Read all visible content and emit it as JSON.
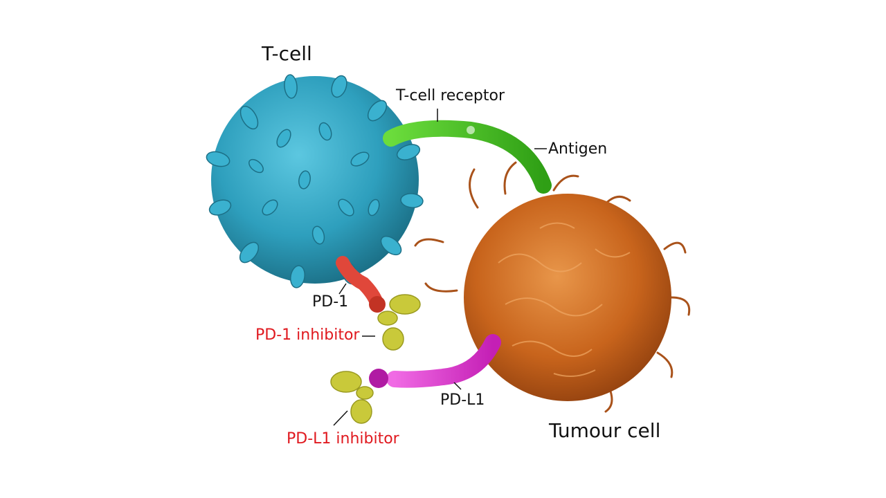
{
  "labels": {
    "t_cell": "T-cell",
    "t_cell_receptor": "T-cell receptor",
    "antigen": "Antigen",
    "pd1": "PD-1",
    "pd1_inhibitor": "PD-1 inhibitor",
    "pd_l1": "PD-L1",
    "pd_l1_inhibitor": "PD-L1 inhibitor",
    "tumour_cell": "Tumour cell"
  },
  "colors": {
    "background": "#ffffff",
    "text": "#111111",
    "inhibitor_text": "#e0191f",
    "t_cell": "#2e9fbd",
    "tumour_cell": "#c8641c",
    "receptor": "#3fbf1f",
    "pd1": "#e0473a",
    "pd_l1": "#e23fd2",
    "inhibitor": "#c9c93a"
  }
}
